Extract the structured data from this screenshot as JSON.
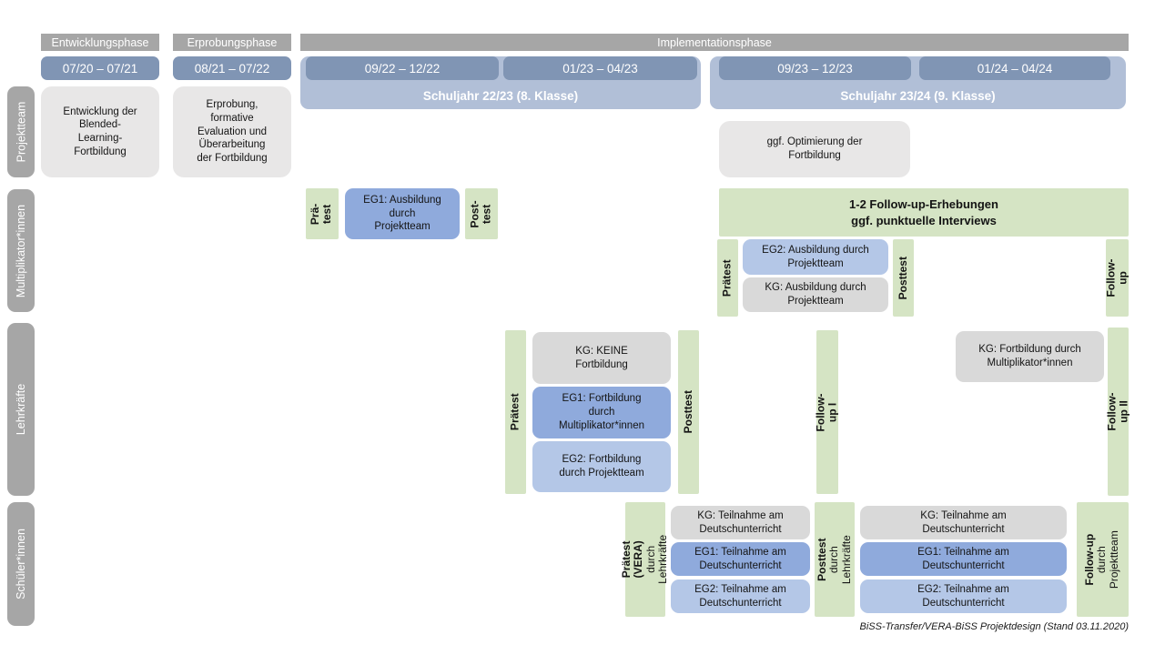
{
  "colors": {
    "phase_header_gray": "#a6a6a6",
    "row_label_gray": "#a6a6a6",
    "date_box_blue": "#8095b4",
    "schoolyear_band_blue": "#b1bfd7",
    "box_light_gray": "#e8e7e7",
    "box_kg_gray": "#d9d9d9",
    "box_eg1_blue": "#8faadc",
    "box_eg2_blue": "#b4c7e7",
    "test_bar_green": "#d5e4c4"
  },
  "phases": {
    "entwicklung": "Entwicklungsphase",
    "erprobung": "Erprobungsphase",
    "implementation": "Implementationsphase"
  },
  "dates": {
    "d1": "07/20 – 07/21",
    "d2": "08/21 – 07/22",
    "d3": "09/22 – 12/22",
    "d4": "01/23 – 04/23",
    "d5": "09/23 – 12/23",
    "d6": "01/24 – 04/24"
  },
  "bands": {
    "schuljahr2223": "Schuljahr 22/23 (8. Klasse)",
    "schuljahr2324": "Schuljahr 23/24 (9. Klasse)"
  },
  "rows": {
    "projektteam": "Projektteam",
    "multiplikatoren": "Multiplikator*innen",
    "lehrkraefte": "Lehrkräfte",
    "schueler": "Schüler*innen"
  },
  "projektteam": {
    "entwicklung": "Entwicklung der\nBlended-\nLearning-\nFortbildung",
    "erprobung": "Erprobung,\nformative\nEvaluation und\nÜberarbeitung\nder Fortbildung",
    "optimierung": "ggf. Optimierung der\nFortbildung"
  },
  "multiplikatoren": {
    "praetest1": "Prä-\ntest",
    "eg1": "EG1: Ausbildung\ndurch\nProjektteam",
    "posttest1": "Post-\ntest",
    "followup_box": "1-2 Follow-up-Erhebungen\nggf. punktuelle Interviews",
    "praetest2": "Prätest",
    "eg2": "EG2: Ausbildung durch\nProjektteam",
    "kg": "KG: Ausbildung durch\nProjektteam",
    "posttest2": "Posttest",
    "followup": "Follow-up"
  },
  "lehrkraefte": {
    "praetest": "Prätest",
    "kg": "KG: KEINE\nFortbildung",
    "eg1": "EG1: Fortbildung\ndurch\nMultiplikator*innen",
    "eg2": "EG2: Fortbildung\ndurch Projektteam",
    "posttest": "Posttest",
    "followup1": "Follow-up I",
    "kg2": "KG: Fortbildung durch\nMultiplikator*innen",
    "followup2": "Follow-up II"
  },
  "schueler": {
    "praetest_main": "Prätest (VERA)",
    "praetest_sub": "durch Lehrkräfte",
    "kg1": "KG: Teilnahme am\nDeutschunterricht",
    "eg1a": "EG1: Teilnahme am\nDeutschunterricht",
    "eg2a": "EG2: Teilnahme am\nDeutschunterricht",
    "posttest_main": "Posttest",
    "posttest_sub": "durch Lehrkräfte",
    "kg2": "KG: Teilnahme am\nDeutschunterricht",
    "eg1b": "EG1: Teilnahme am\nDeutschunterricht",
    "eg2b": "EG2: Teilnahme am\nDeutschunterricht",
    "followup_main": "Follow-up",
    "followup_sub": "durch\nProjektteam"
  },
  "caption": "BiSS-Transfer/VERA-BiSS Projektdesign (Stand 03.11.2020)"
}
